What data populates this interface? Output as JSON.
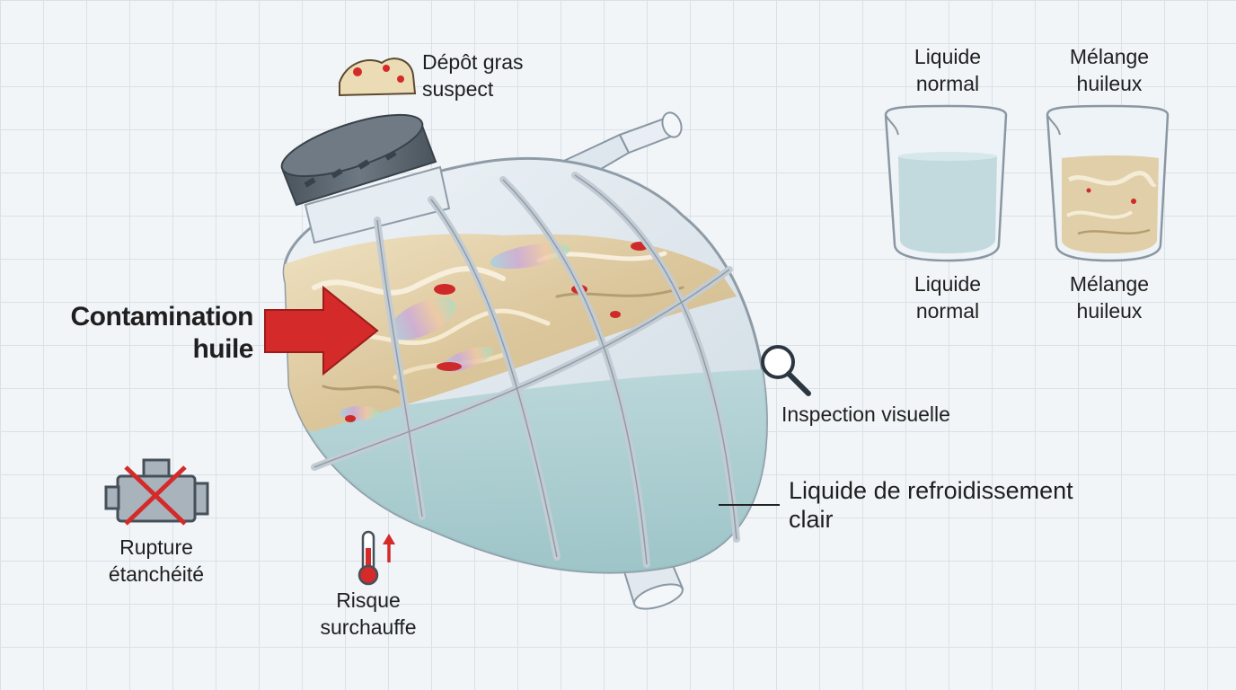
{
  "labels": {
    "depot_line1": "Dépôt gras",
    "depot_line2": "suspect",
    "contamination_line1": "Contamination",
    "contamination_line2": "huile",
    "inspection": "Inspection visuelle",
    "clear_line1": "Liquide de refroidissement",
    "clear_line2": "clair",
    "rupture_line1": "Rupture",
    "rupture_line2": "étanchéité",
    "risk_line1": "Risque",
    "risk_line2": "surchauffe"
  },
  "beakers": [
    {
      "top_line1": "Liquide",
      "top_line2": "normal",
      "bottom_line1": "Liquide",
      "bottom_line2": "normal",
      "fill": "clear"
    },
    {
      "top_line1": "Mélange",
      "top_line2": "huileux",
      "bottom_line1": "Mélange",
      "bottom_line2": "huileux",
      "fill": "oily"
    }
  ],
  "colors": {
    "accent_red": "#d42a2a",
    "coolant": "#9fc7c9",
    "oil": "#e2d3b0",
    "cap": "#5d6872"
  },
  "icons": [
    "oil-deposit-icon",
    "arrow-right-icon",
    "magnifier-icon",
    "engine-crossed-icon",
    "thermometer-up-icon"
  ]
}
